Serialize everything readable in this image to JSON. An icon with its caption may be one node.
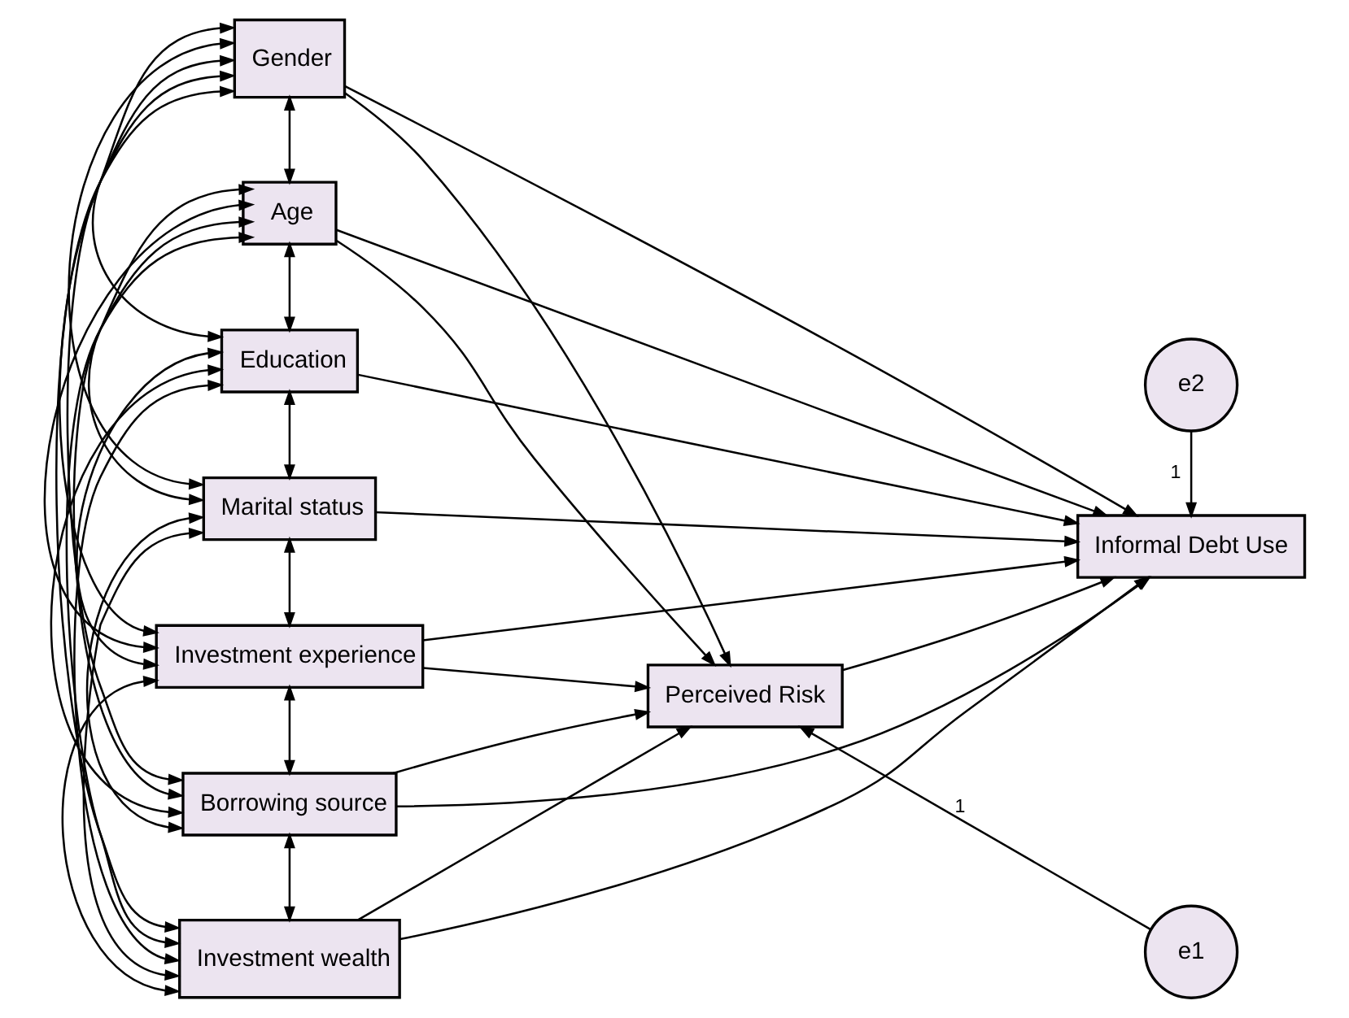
{
  "diagram": {
    "nodes": [
      {
        "text": [
          "Gender"
        ]
      },
      {
        "text": [
          "Age"
        ]
      },
      {
        "text": [
          "Education"
        ]
      },
      {
        "text": [
          "Marital status"
        ]
      },
      {
        "text": [
          "Investment experience"
        ]
      },
      {
        "text": [
          "Borrowing source"
        ]
      },
      {
        "text": [
          "Investment wealth"
        ]
      },
      {
        "text": [
          "Perceived Risk"
        ]
      },
      {
        "text": [
          "e1"
        ]
      },
      {
        "text": [
          "e2"
        ]
      },
      {
        "text": [
          "Informal Debt Use"
        ]
      }
    ],
    "edges": [
      {
        "from": 0,
        "to": 1,
        "arrow": "both"
      },
      {
        "from": 0,
        "to": 2,
        "arrow": "both"
      },
      {
        "from": 0,
        "to": 3,
        "arrow": "both"
      },
      {
        "from": 0,
        "to": 4,
        "arrow": "both"
      },
      {
        "from": 0,
        "to": 5,
        "arrow": "both"
      },
      {
        "from": 0,
        "to": 6,
        "arrow": "both"
      },
      {
        "from": 1,
        "to": 2,
        "arrow": "both"
      },
      {
        "from": 1,
        "to": 3,
        "arrow": "both"
      },
      {
        "from": 1,
        "to": 4,
        "arrow": "both"
      },
      {
        "from": 1,
        "to": 5,
        "arrow": "both"
      },
      {
        "from": 1,
        "to": 6,
        "arrow": "both"
      },
      {
        "from": 2,
        "to": 3,
        "arrow": "both"
      },
      {
        "from": 2,
        "to": 4,
        "arrow": "both"
      },
      {
        "from": 2,
        "to": 5,
        "arrow": "both"
      },
      {
        "from": 2,
        "to": 6,
        "arrow": "both"
      },
      {
        "from": 3,
        "to": 4,
        "arrow": "both"
      },
      {
        "from": 3,
        "to": 5,
        "arrow": "both"
      },
      {
        "from": 3,
        "to": 6,
        "arrow": "both"
      },
      {
        "from": 4,
        "to": 5,
        "arrow": "both"
      },
      {
        "from": 4,
        "to": 6,
        "arrow": "both"
      },
      {
        "from": 5,
        "to": 6,
        "arrow": "both"
      },
      {
        "from": 0,
        "to": 7,
        "arrow": "to"
      },
      {
        "from": 1,
        "to": 7,
        "arrow": "to"
      },
      {
        "from": 4,
        "to": 7,
        "arrow": "to"
      },
      {
        "from": 5,
        "to": 7,
        "arrow": "to"
      },
      {
        "from": 6,
        "to": 7,
        "arrow": "to"
      },
      {
        "from": 8,
        "to": 7,
        "arrow": "to",
        "label": "1"
      },
      {
        "from": 0,
        "to": 10,
        "arrow": "to"
      },
      {
        "from": 1,
        "to": 10,
        "arrow": "to"
      },
      {
        "from": 2,
        "to": 10,
        "arrow": "to"
      },
      {
        "from": 3,
        "to": 10,
        "arrow": "to"
      },
      {
        "from": 4,
        "to": 10,
        "arrow": "to"
      },
      {
        "from": 5,
        "to": 10,
        "arrow": "to"
      },
      {
        "from": 6,
        "to": 10,
        "arrow": "to"
      },
      {
        "from": 7,
        "to": 10,
        "arrow": "to"
      },
      {
        "from": 9,
        "to": 10,
        "arrow": "to",
        "label": "1"
      }
    ]
  }
}
